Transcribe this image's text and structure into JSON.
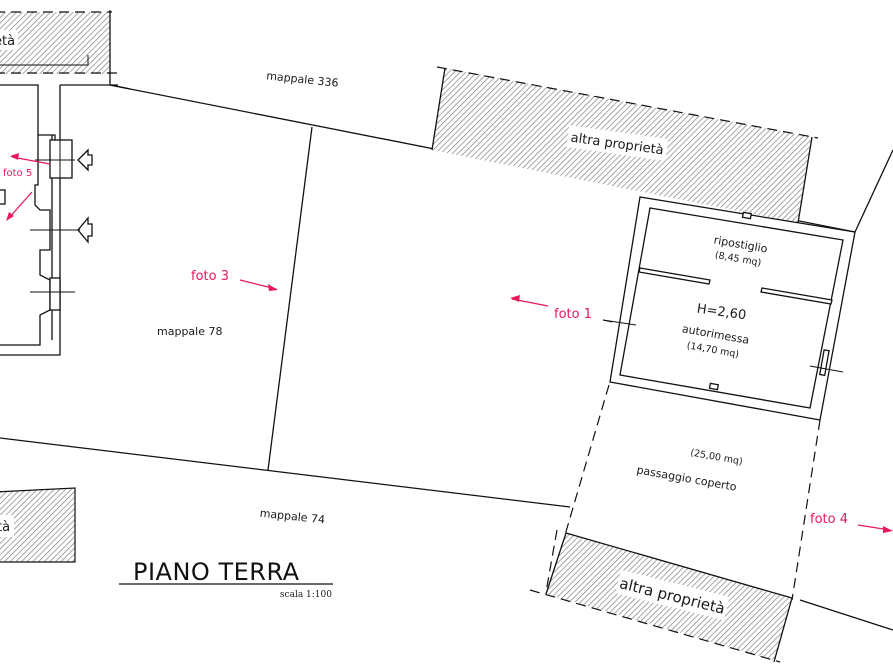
{
  "drawing": {
    "title": "PIANO TERRA",
    "scale": "scala 1:100",
    "colors": {
      "line": "#111111",
      "photo_marker": "#e8185a",
      "hatch": "#777777",
      "background": "#ffffff"
    }
  },
  "parcels": {
    "mappale_336": "mappale 336",
    "mappale_78": "mappale 78",
    "mappale_74": "mappale 74"
  },
  "other_properties": {
    "top_left": "età",
    "top_center": "altra proprietà",
    "bottom_left": "tà",
    "bottom_center": "altra proprietà"
  },
  "rooms": {
    "ripostiglio": {
      "name": "ripostiglio",
      "area": "(8,45 mq)"
    },
    "autorimessa": {
      "name": "autorimessa",
      "area": "(14,70 mq)",
      "height": "H=2,60"
    },
    "passaggio": {
      "name": "passaggio coperto",
      "area": "(25,00 mq)"
    }
  },
  "photo_markers": [
    {
      "id": "foto1",
      "label": "foto 1"
    },
    {
      "id": "foto3",
      "label": "foto 3"
    },
    {
      "id": "foto4",
      "label": "foto 4"
    },
    {
      "id": "foto5",
      "label": "foto 5"
    }
  ]
}
